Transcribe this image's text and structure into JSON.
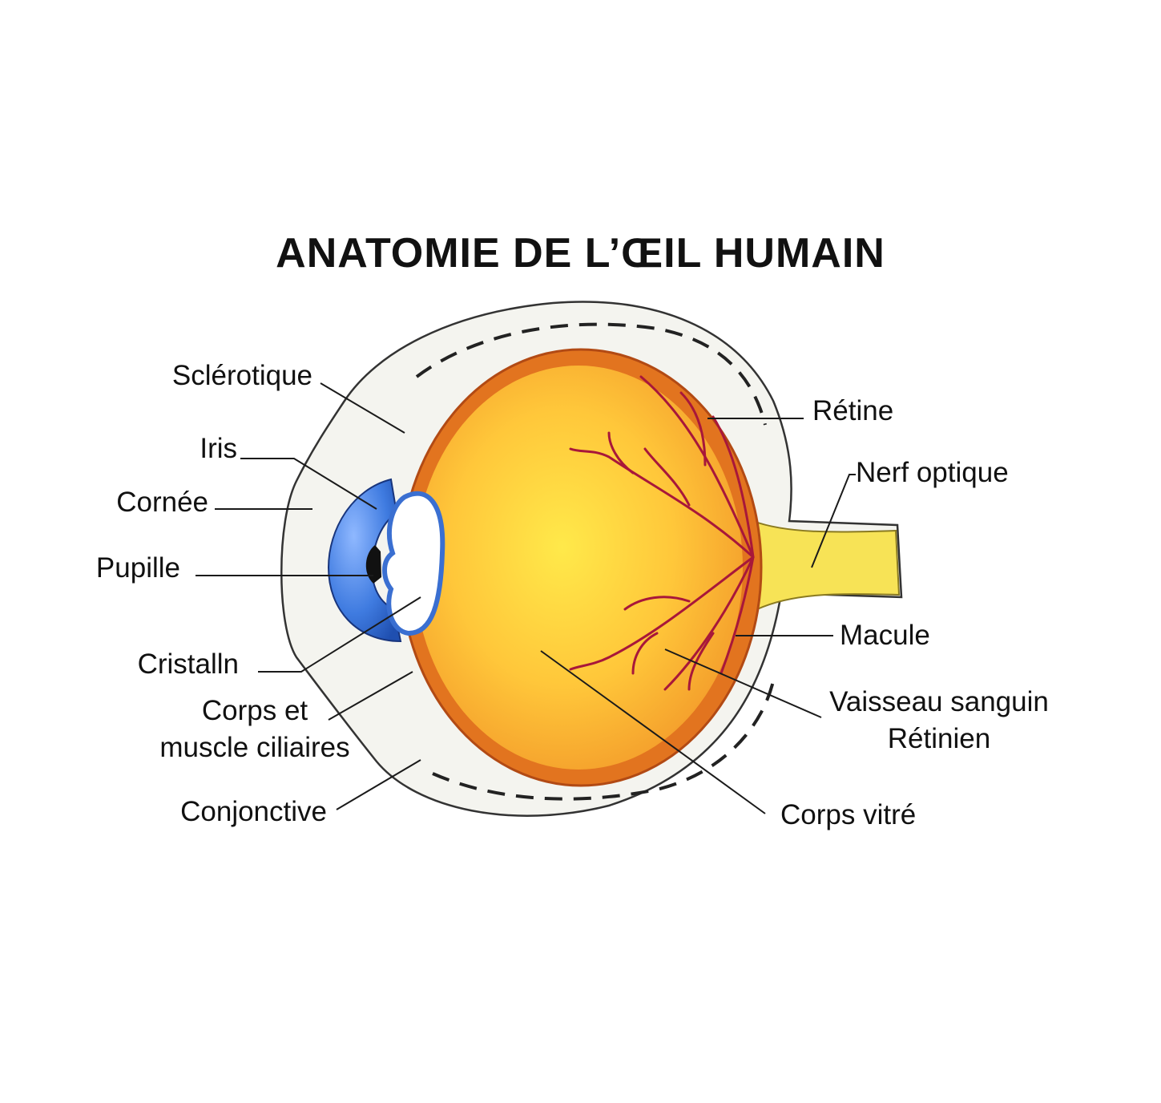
{
  "title": "ANATOMIE DE L’ŒIL HUMAIN",
  "colors": {
    "sclera": "#f4f4ef",
    "choroid": "#e2741f",
    "vitreous_center": "#ffe94a",
    "vitreous_edge": "#f39a2a",
    "cornea": "#3f7be0",
    "lens": "#ffffff",
    "optic_nerve": "#f7e356",
    "vessels": "#a8173a",
    "leader_lines": "#1a1a1a"
  },
  "labels": {
    "sclerotique": "Sclérotique",
    "iris": "Iris",
    "cornee": "Cornée",
    "pupille": "Pupille",
    "cristallin": "Cristalln",
    "corps_ciliaires_line1": "Corps et",
    "corps_ciliaires_line2": "muscle ciliaires",
    "conjonctive": "Conjonctive",
    "retine": "Rétine",
    "nerf_optique": "Nerf optique",
    "macule": "Macule",
    "vaisseau_line1": "Vaisseau sanguin",
    "vaisseau_line2": "Rétinien",
    "corps_vitre": "Corps vitré"
  }
}
